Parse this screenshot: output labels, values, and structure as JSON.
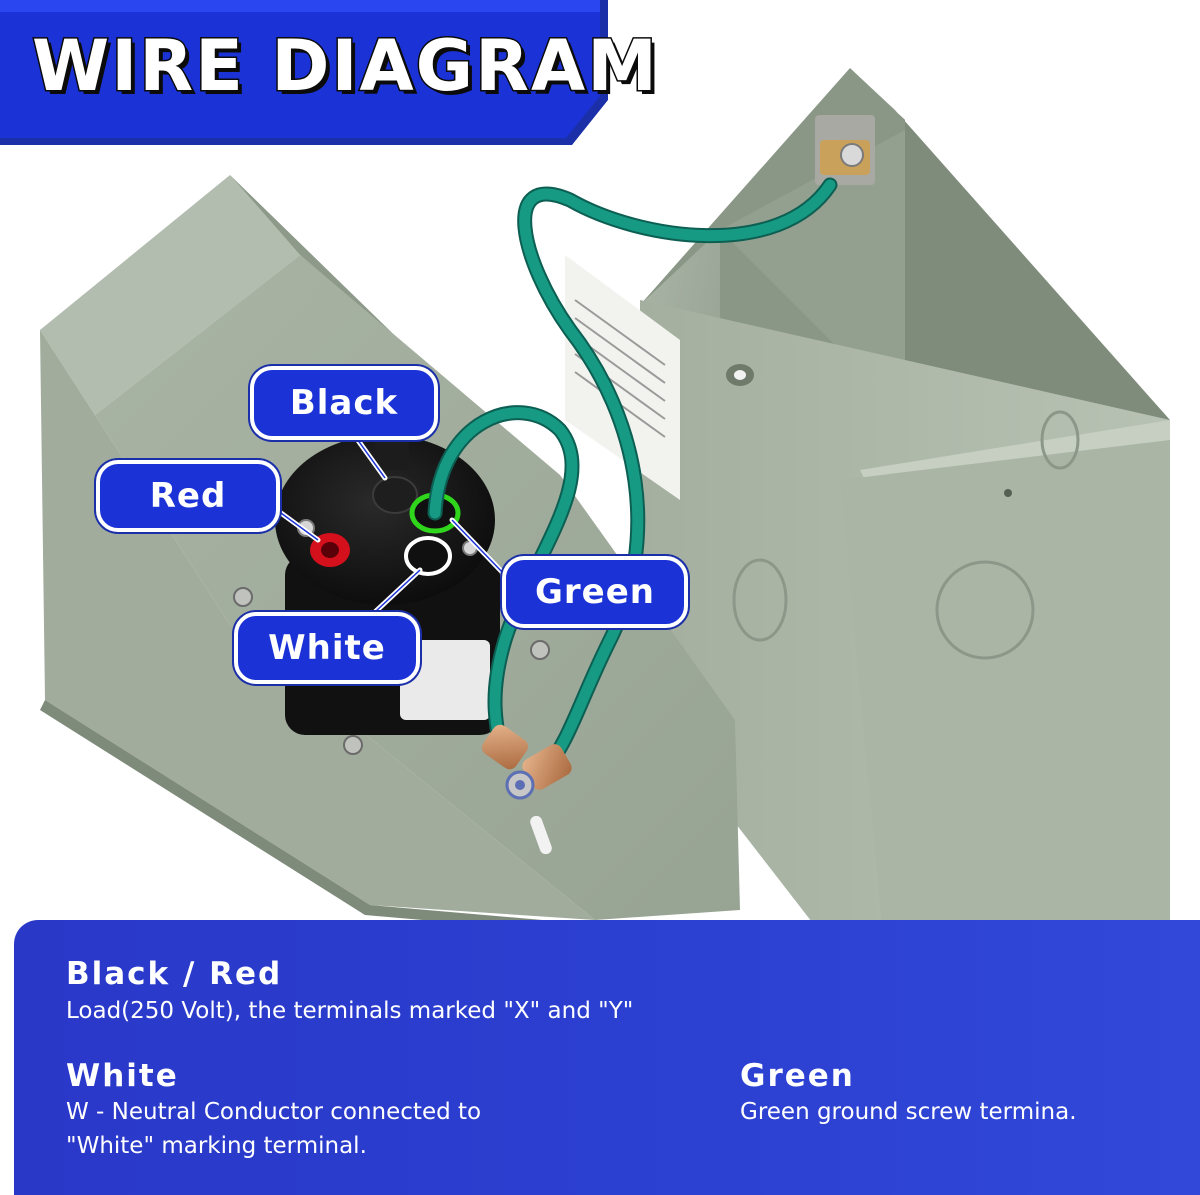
{
  "title": "WIRE DIAGRAM",
  "callouts": {
    "black": "Black",
    "red": "Red",
    "green": "Green",
    "white": "White"
  },
  "legend": {
    "black_red": {
      "heading": "Black / Red",
      "text": "Load(250 Volt),  the terminals marked \"X\" and \"Y\""
    },
    "white": {
      "heading": "White",
      "line1": "W - Neutral Conductor connected to",
      "line2": "\"White\" marking terminal."
    },
    "green": {
      "heading": "Green",
      "text": "Green ground screw termina."
    }
  },
  "colors": {
    "brand_blue": "#1b33d6",
    "panel_blue": "#2b3fd0",
    "box_gray": "#9aa797",
    "ground_wire": "#169a83",
    "red_terminal": "#d4101c",
    "green_ring": "#2fd61c"
  }
}
